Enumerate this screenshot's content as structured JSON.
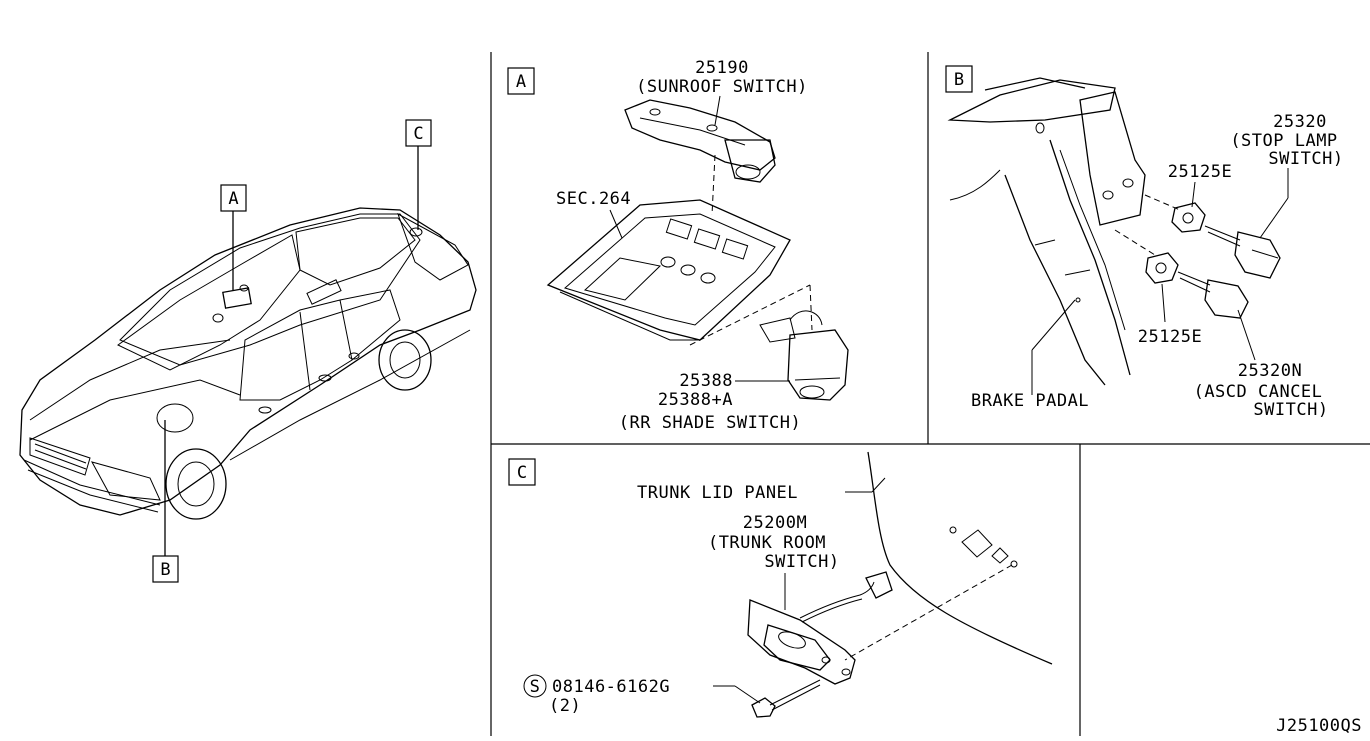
{
  "callout_letters": {
    "a": "A",
    "b": "B",
    "c": "C"
  },
  "panel_a": {
    "sunroof_part_no": "25190",
    "sunroof_label": "(SUNROOF SWITCH)",
    "section_ref": "SEC.264",
    "rr_shade_part_no_1": "25388",
    "rr_shade_part_no_2": "25388+A",
    "rr_shade_label": "(RR SHADE SWITCH)"
  },
  "panel_b": {
    "stop_lamp_part_no": "25320",
    "stop_lamp_label_1": "(STOP LAMP",
    "stop_lamp_label_2": "SWITCH)",
    "adjuster_upper": "25125E",
    "adjuster_lower": "25125E",
    "brake_label": "BRAKE PADAL",
    "ascd_part_no": "25320N",
    "ascd_label_1": "(ASCD CANCEL",
    "ascd_label_2": "SWITCH)"
  },
  "panel_c": {
    "trunk_lid_label": "TRUNK LID PANEL",
    "trunk_part_no": "25200M",
    "trunk_label_1": "(TRUNK ROOM",
    "trunk_label_2": "SWITCH)",
    "screw_symbol": "S",
    "screw_part_no": "08146-6162G",
    "screw_qty": "(2)"
  },
  "diagram_code": "J25100QS"
}
